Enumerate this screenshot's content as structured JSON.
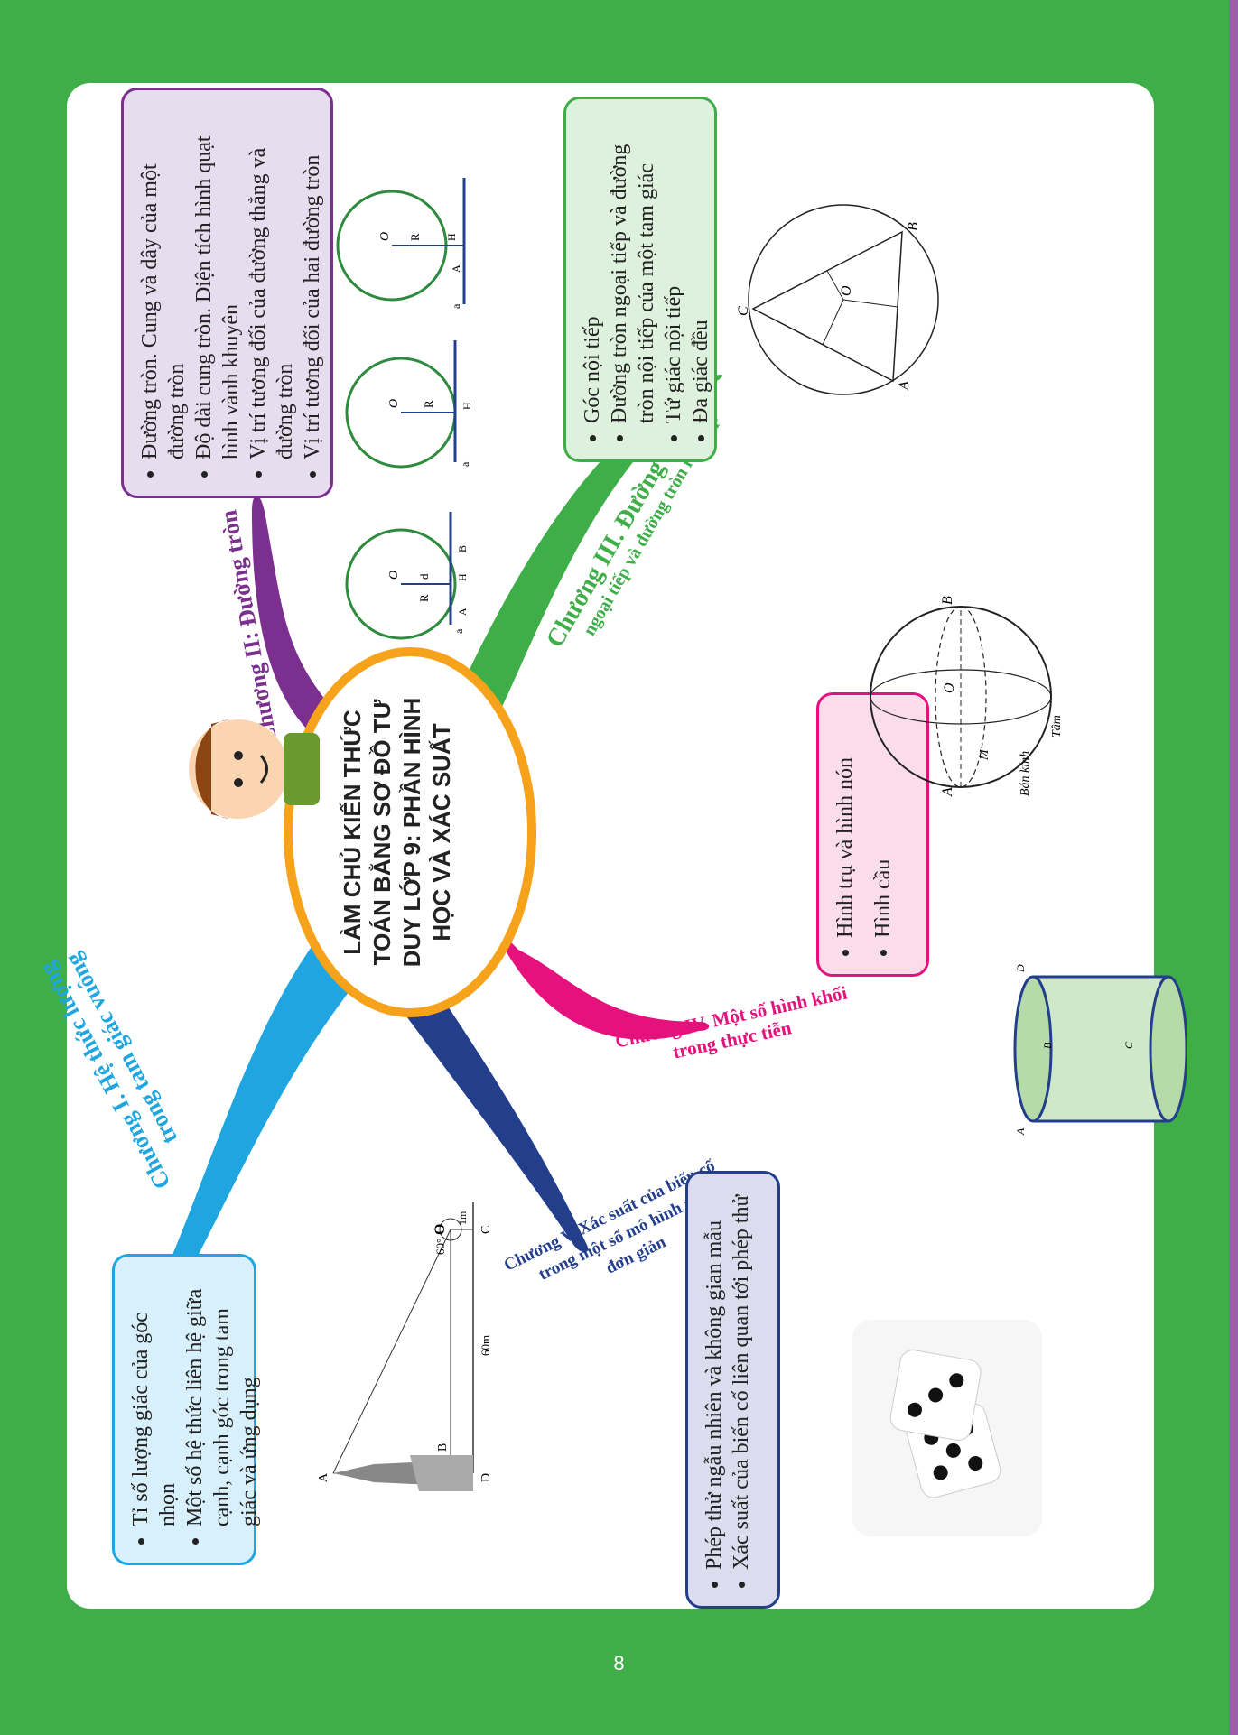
{
  "page_number": "8",
  "center": {
    "title": "LÀM CHỦ KIẾN THỨC TOÁN BẰNG SƠ ĐỒ TƯ DUY LỚP 9: PHẦN HÌNH HỌC VÀ XÁC SUẤT"
  },
  "chapters": {
    "ch1": {
      "title_line1": "Chương I. Hệ thức lượng",
      "title_line2": "trong tam giác vuông",
      "color": "#1fa5e0",
      "items": [
        "Tỉ số lượng giác của góc nhọn",
        "Một số hệ thức liên hệ giữa cạnh, cạnh góc trong tam giác và ứng dụng"
      ]
    },
    "ch2": {
      "title_line1": "Chương II: Đường tròn",
      "color": "#7b2f8e",
      "items": [
        "Đường tròn. Cung và dây của một đường tròn",
        "Độ dài cung tròn. Diện tích hình quạt hình vành khuyên",
        "Vị trí tương đối của đường thẳng và đường tròn",
        "Vị trí tương đối của hai đường tròn"
      ]
    },
    "ch3": {
      "title_line1": "Chương III. Đường tròn",
      "title_line2": "ngoại tiếp và đường tròn nội tiếp",
      "color": "#3fae49",
      "items": [
        "Góc nội tiếp",
        "Đường tròn ngoại tiếp và đường tròn nội tiếp của một tam giác",
        "Tứ giác nội tiếp",
        "Đa giác đều"
      ]
    },
    "ch4": {
      "title_line1": "Chương IV. Một số hình khối",
      "title_line2": "trong thực tiễn",
      "color": "#e5127d",
      "items": [
        "Hình trụ và hình nón",
        "Hình cầu"
      ]
    },
    "ch5": {
      "title_line1": "Chương V. Xác suất của biến cố",
      "title_line2": "trong một số mô hình xác suất",
      "title_line3": "đơn giản",
      "color": "#233e8b",
      "items": [
        "Phép thử ngẫu nhiên và không gian mẫu",
        "Xác suất của biến cố liên quan tới phép thử"
      ]
    }
  },
  "figures": {
    "tower": {
      "A": "A",
      "B": "B",
      "C": "C",
      "D": "D",
      "O": "O",
      "angle": "60°",
      "dist": "60m",
      "height": "1m"
    },
    "circles": {
      "O": "O",
      "R": "R",
      "d": "d",
      "H": "H",
      "A": "A",
      "B": "B",
      "a": "a"
    },
    "triangle": {
      "A": "A",
      "B": "B",
      "C": "C",
      "O": "O"
    },
    "sphere": {
      "A": "A",
      "B": "B",
      "O": "O",
      "M": "M",
      "radius": "Bán kính",
      "center": "Tâm"
    },
    "cylinder": {
      "A": "A",
      "B": "B",
      "C": "C",
      "D": "D"
    }
  },
  "colors": {
    "background": "#3fae49",
    "center_ring": "#f7a21b",
    "stripe": "#9b5ea8"
  }
}
